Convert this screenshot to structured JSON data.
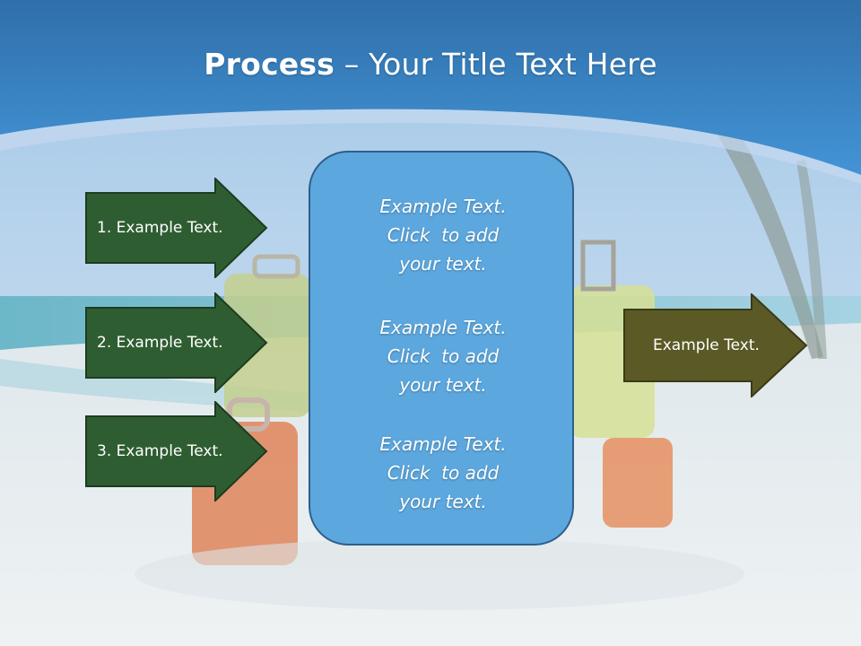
{
  "slide": {
    "title_bold": "Process",
    "title_rest": " – Your Title Text Here",
    "left_arrows": [
      {
        "label": "1. Example Text."
      },
      {
        "label": "2. Example Text."
      },
      {
        "label": "3. Example Text."
      }
    ],
    "center_blocks": [
      {
        "line1": "Example Text.",
        "line2": "Click  to add",
        "line3": "your text."
      },
      {
        "line1": "Example Text.",
        "line2": "Click  to add",
        "line3": "your text."
      },
      {
        "line1": "Example Text.",
        "line2": "Click  to add",
        "line3": "your text."
      }
    ],
    "right_arrow": {
      "label": "Example Text."
    }
  },
  "colors": {
    "header_blue": "#3a86c8",
    "left_arrow_fill": "#2f5d32",
    "right_arrow_fill": "#5b5a26",
    "center_box_fill": "#5ca7de"
  }
}
